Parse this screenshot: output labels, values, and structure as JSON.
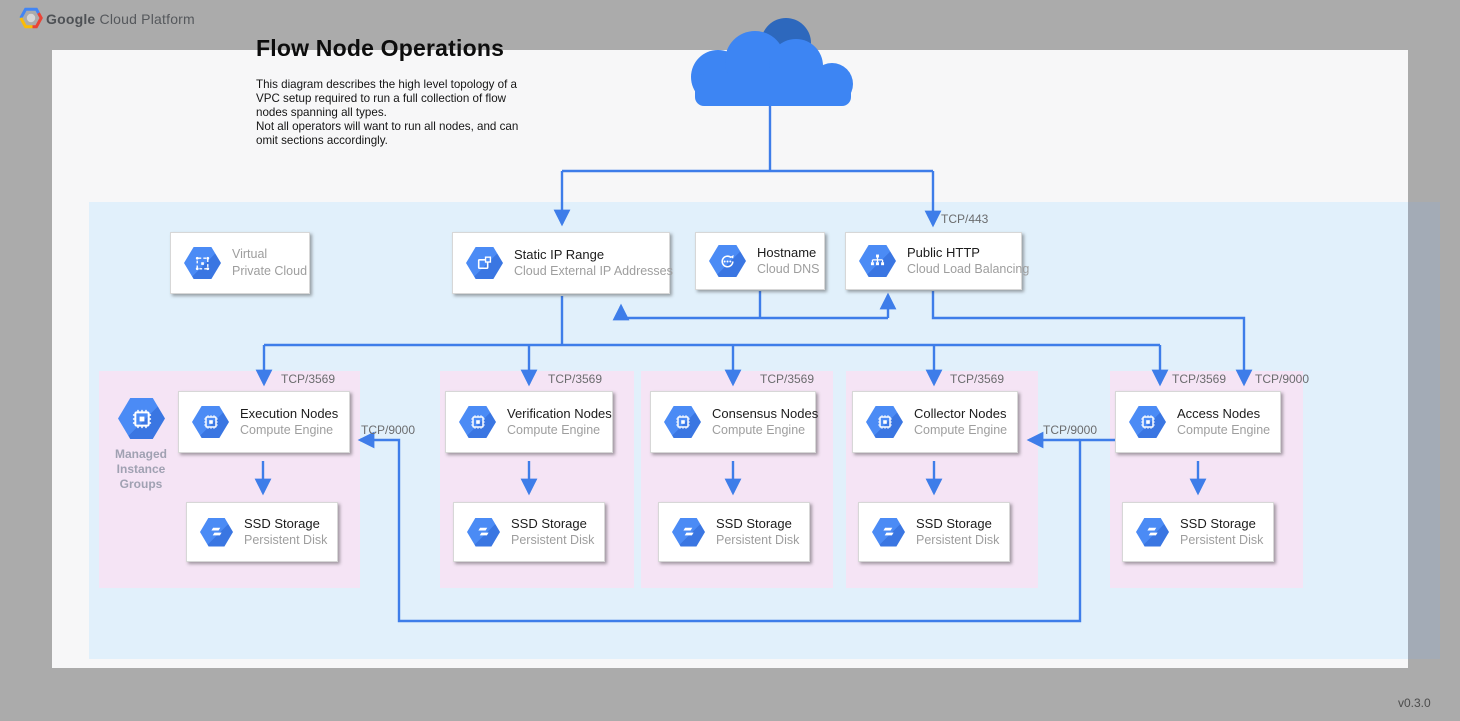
{
  "header": {
    "brand_bold": "Google",
    "brand_rest": " Cloud Platform"
  },
  "page": {
    "title": "Flow Node Operations",
    "description": "This diagram describes the high level topology of a\nVPC setup required to run a full collection of flow\nnodes spanning all types.\nNot all operators will want to run all nodes, and can\nomit sections accordingly.",
    "version": "v0.3.0"
  },
  "ports": {
    "tcp443": "TCP/443",
    "tcp3569": "TCP/3569",
    "tcp9000": "TCP/9000"
  },
  "vpc": {
    "label": "Virtual Private Cloud"
  },
  "top_cards": {
    "static_ip": {
      "title": "Static IP Range",
      "subtitle": "Cloud External IP Addresses"
    },
    "hostname": {
      "title": "Hostname",
      "subtitle": "Cloud DNS"
    },
    "public_http": {
      "title": "Public HTTP",
      "subtitle": "Cloud Load Balancing"
    }
  },
  "managed_instance_groups": {
    "label": "Managed Instance Groups"
  },
  "groups": [
    {
      "name": "Execution Nodes",
      "node_subtitle": "Compute Engine",
      "storage_title": "SSD Storage",
      "storage_subtitle": "Persistent Disk"
    },
    {
      "name": "Verification Nodes",
      "node_subtitle": "Compute Engine",
      "storage_title": "SSD Storage",
      "storage_subtitle": "Persistent Disk"
    },
    {
      "name": "Consensus Nodes",
      "node_subtitle": "Compute Engine",
      "storage_title": "SSD Storage",
      "storage_subtitle": "Persistent Disk"
    },
    {
      "name": "Collector Nodes",
      "node_subtitle": "Compute Engine",
      "storage_title": "SSD Storage",
      "storage_subtitle": "Persistent Disk"
    },
    {
      "name": "Access Nodes",
      "node_subtitle": "Compute Engine",
      "storage_title": "SSD Storage",
      "storage_subtitle": "Persistent Disk"
    }
  ],
  "colors": {
    "frame_gray": "#ababab",
    "canvas": "#f7f7f8",
    "vpc_region_blue": "#e1f0fb",
    "group_pink": "#f5e4f5",
    "hexagon_blue": "#4285f4",
    "arrow_blue": "#3e7de9",
    "cloud_blue": "#3d85f3",
    "cloud_dark_blue": "#2d68bd"
  }
}
